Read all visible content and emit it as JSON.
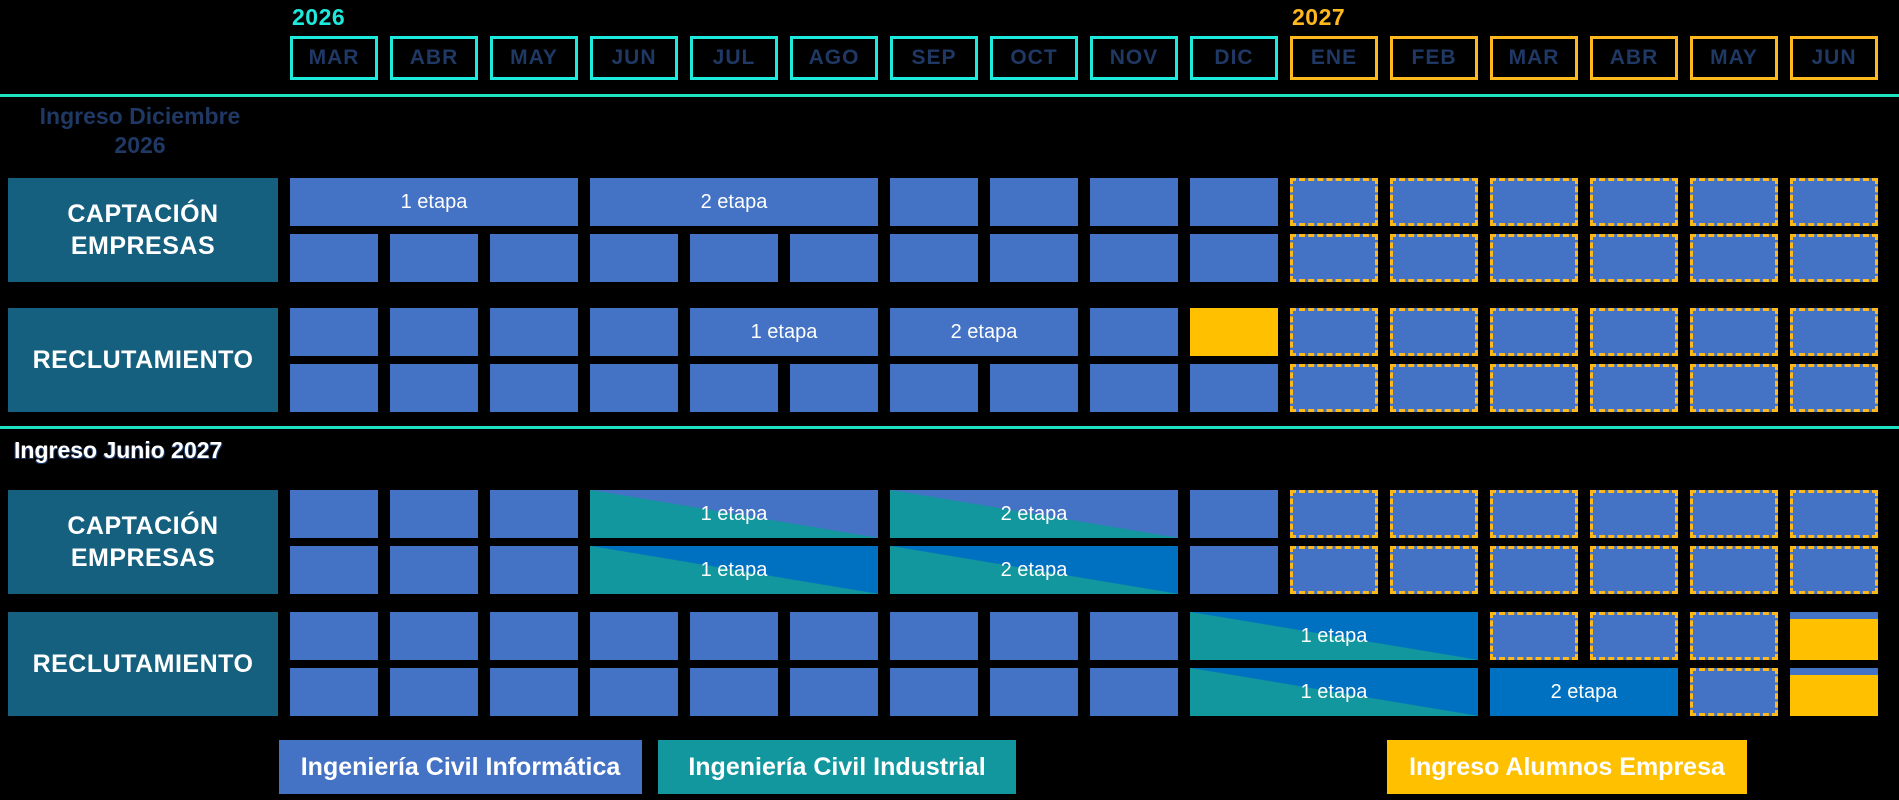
{
  "colors": {
    "background": "#000000",
    "cyan": "#1DE9DC",
    "divider": "#1EE3C3",
    "orange": "#FFB91D",
    "yellow": "#FFC000",
    "cell-blue": "#4472C4",
    "bar-dark-blue": "#0070C0",
    "teal": "#12979E",
    "label-box": "#15607F",
    "navy-text": "#1F3864",
    "white": "#FFFFFF"
  },
  "timeline": {
    "years": [
      {
        "label": "2026",
        "color": "#1DE9DC"
      },
      {
        "label": "2027",
        "color": "#FFB91D"
      }
    ],
    "months": [
      {
        "label": "MAR",
        "year": "2026"
      },
      {
        "label": "ABR",
        "year": "2026"
      },
      {
        "label": "MAY",
        "year": "2026"
      },
      {
        "label": "JUN",
        "year": "2026"
      },
      {
        "label": "JUL",
        "year": "2026"
      },
      {
        "label": "AGO",
        "year": "2026"
      },
      {
        "label": "SEP",
        "year": "2026"
      },
      {
        "label": "OCT",
        "year": "2026"
      },
      {
        "label": "NOV",
        "year": "2026"
      },
      {
        "label": "DIC",
        "year": "2026"
      },
      {
        "label": "ENE",
        "year": "2027"
      },
      {
        "label": "FEB",
        "year": "2027"
      },
      {
        "label": "MAR",
        "year": "2027"
      },
      {
        "label": "ABR",
        "year": "2027"
      },
      {
        "label": "MAY",
        "year": "2027"
      },
      {
        "label": "JUN",
        "year": "2027"
      }
    ]
  },
  "sections": [
    {
      "title": "Ingreso Diciembre 2026",
      "blocks": [
        {
          "label": "CAPTACIÓN\nEMPRESAS",
          "rows": [
            [
              {
                "t": "bar",
                "span": 3,
                "text": "1 etapa"
              },
              {
                "t": "bar",
                "span": 3,
                "text": "2 etapa"
              },
              {
                "t": "cell",
                "count": 4
              },
              {
                "t": "dashed",
                "count": 6
              }
            ],
            [
              {
                "t": "cell",
                "count": 10
              },
              {
                "t": "dashed",
                "count": 6
              }
            ]
          ]
        },
        {
          "label": "RECLUTAMIENTO",
          "rows": [
            [
              {
                "t": "cell",
                "count": 4
              },
              {
                "t": "bar",
                "span": 2,
                "text": "1 etapa"
              },
              {
                "t": "bar",
                "span": 2,
                "text": "2 etapa"
              },
              {
                "t": "cell",
                "count": 1
              },
              {
                "t": "yellow",
                "count": 1
              },
              {
                "t": "dashed",
                "count": 6
              }
            ],
            [
              {
                "t": "cell",
                "count": 10
              },
              {
                "t": "dashed",
                "count": 6
              }
            ]
          ]
        }
      ]
    },
    {
      "title": "Ingreso Junio 2027",
      "blocks": [
        {
          "label": "CAPTACIÓN\nEMPRESAS",
          "rows": [
            [
              {
                "t": "cell",
                "count": 3
              },
              {
                "t": "split-light",
                "span": 3,
                "text": "1 etapa"
              },
              {
                "t": "split-light",
                "span": 3,
                "text": "2 etapa"
              },
              {
                "t": "cell",
                "count": 1
              },
              {
                "t": "dashed",
                "count": 6
              }
            ],
            [
              {
                "t": "cell",
                "count": 3
              },
              {
                "t": "split-dark",
                "span": 3,
                "text": "1 etapa"
              },
              {
                "t": "split-dark",
                "span": 3,
                "text": "2 etapa"
              },
              {
                "t": "cell",
                "count": 1
              },
              {
                "t": "dashed",
                "count": 6
              }
            ]
          ]
        },
        {
          "label": "RECLUTAMIENTO",
          "rows": [
            [
              {
                "t": "cell",
                "count": 9
              },
              {
                "t": "split-dark",
                "span": 3,
                "text": "1 etapa"
              },
              {
                "t": "dashed",
                "count": 3
              },
              {
                "t": "yellow-top",
                "count": 1
              }
            ],
            [
              {
                "t": "cell",
                "count": 9
              },
              {
                "t": "split-dark",
                "span": 3,
                "text": "1 etapa"
              },
              {
                "t": "bar-dark",
                "span": 2,
                "text": "2 etapa"
              },
              {
                "t": "dashed",
                "count": 1
              },
              {
                "t": "yellow-top",
                "count": 1
              }
            ]
          ]
        }
      ]
    }
  ],
  "legend": [
    {
      "label": "Ingeniería Civil Informática",
      "color": "#4472C4"
    },
    {
      "label": "Ingeniería Civil Industrial",
      "color": "#12979E"
    },
    {
      "label": "Ingreso Alumnos Empresa",
      "color": "#FFC000"
    }
  ]
}
